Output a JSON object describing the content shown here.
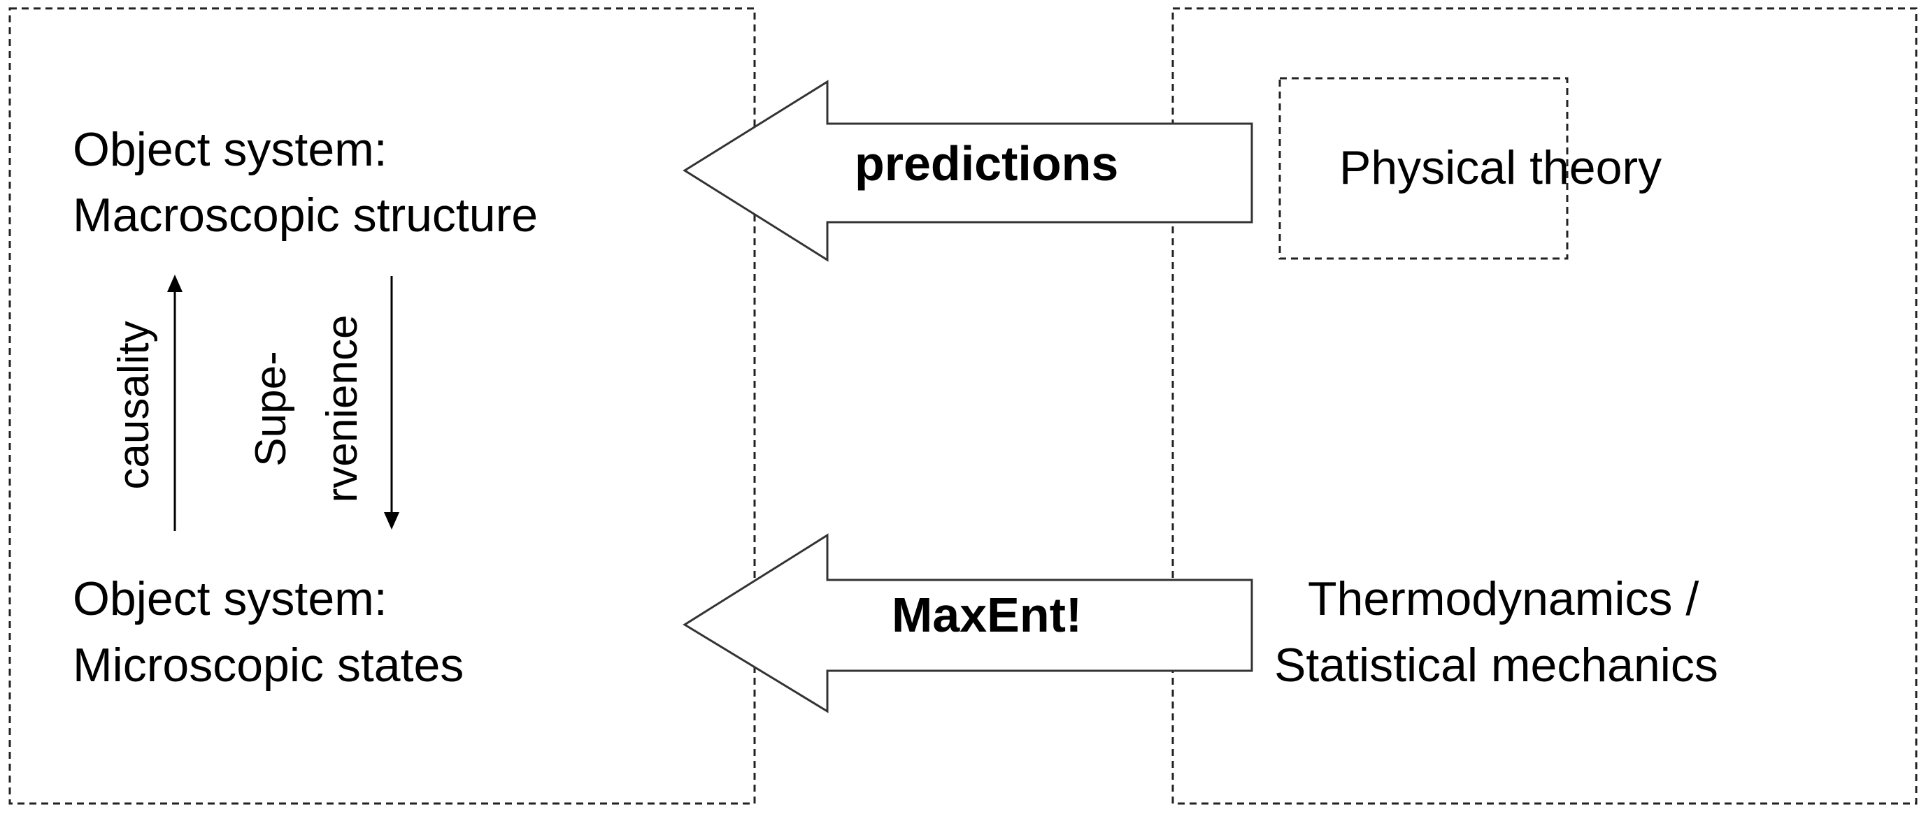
{
  "left_box": {
    "macro_line1": "Object system:",
    "macro_line2": "Macroscopic structure",
    "micro_line1": "Object system:",
    "micro_line2": "Microscopic states",
    "causality_label": "causality",
    "supervenience_line1": "Supe-",
    "supervenience_line2": "rvenience"
  },
  "arrows": {
    "top_label": "predictions",
    "bottom_label": "MaxEnt!"
  },
  "right_box": {
    "physical_theory": "Physical theory",
    "thermo_line1": "Thermodynamics /",
    "thermo_line2": "Statistical mechanics"
  }
}
